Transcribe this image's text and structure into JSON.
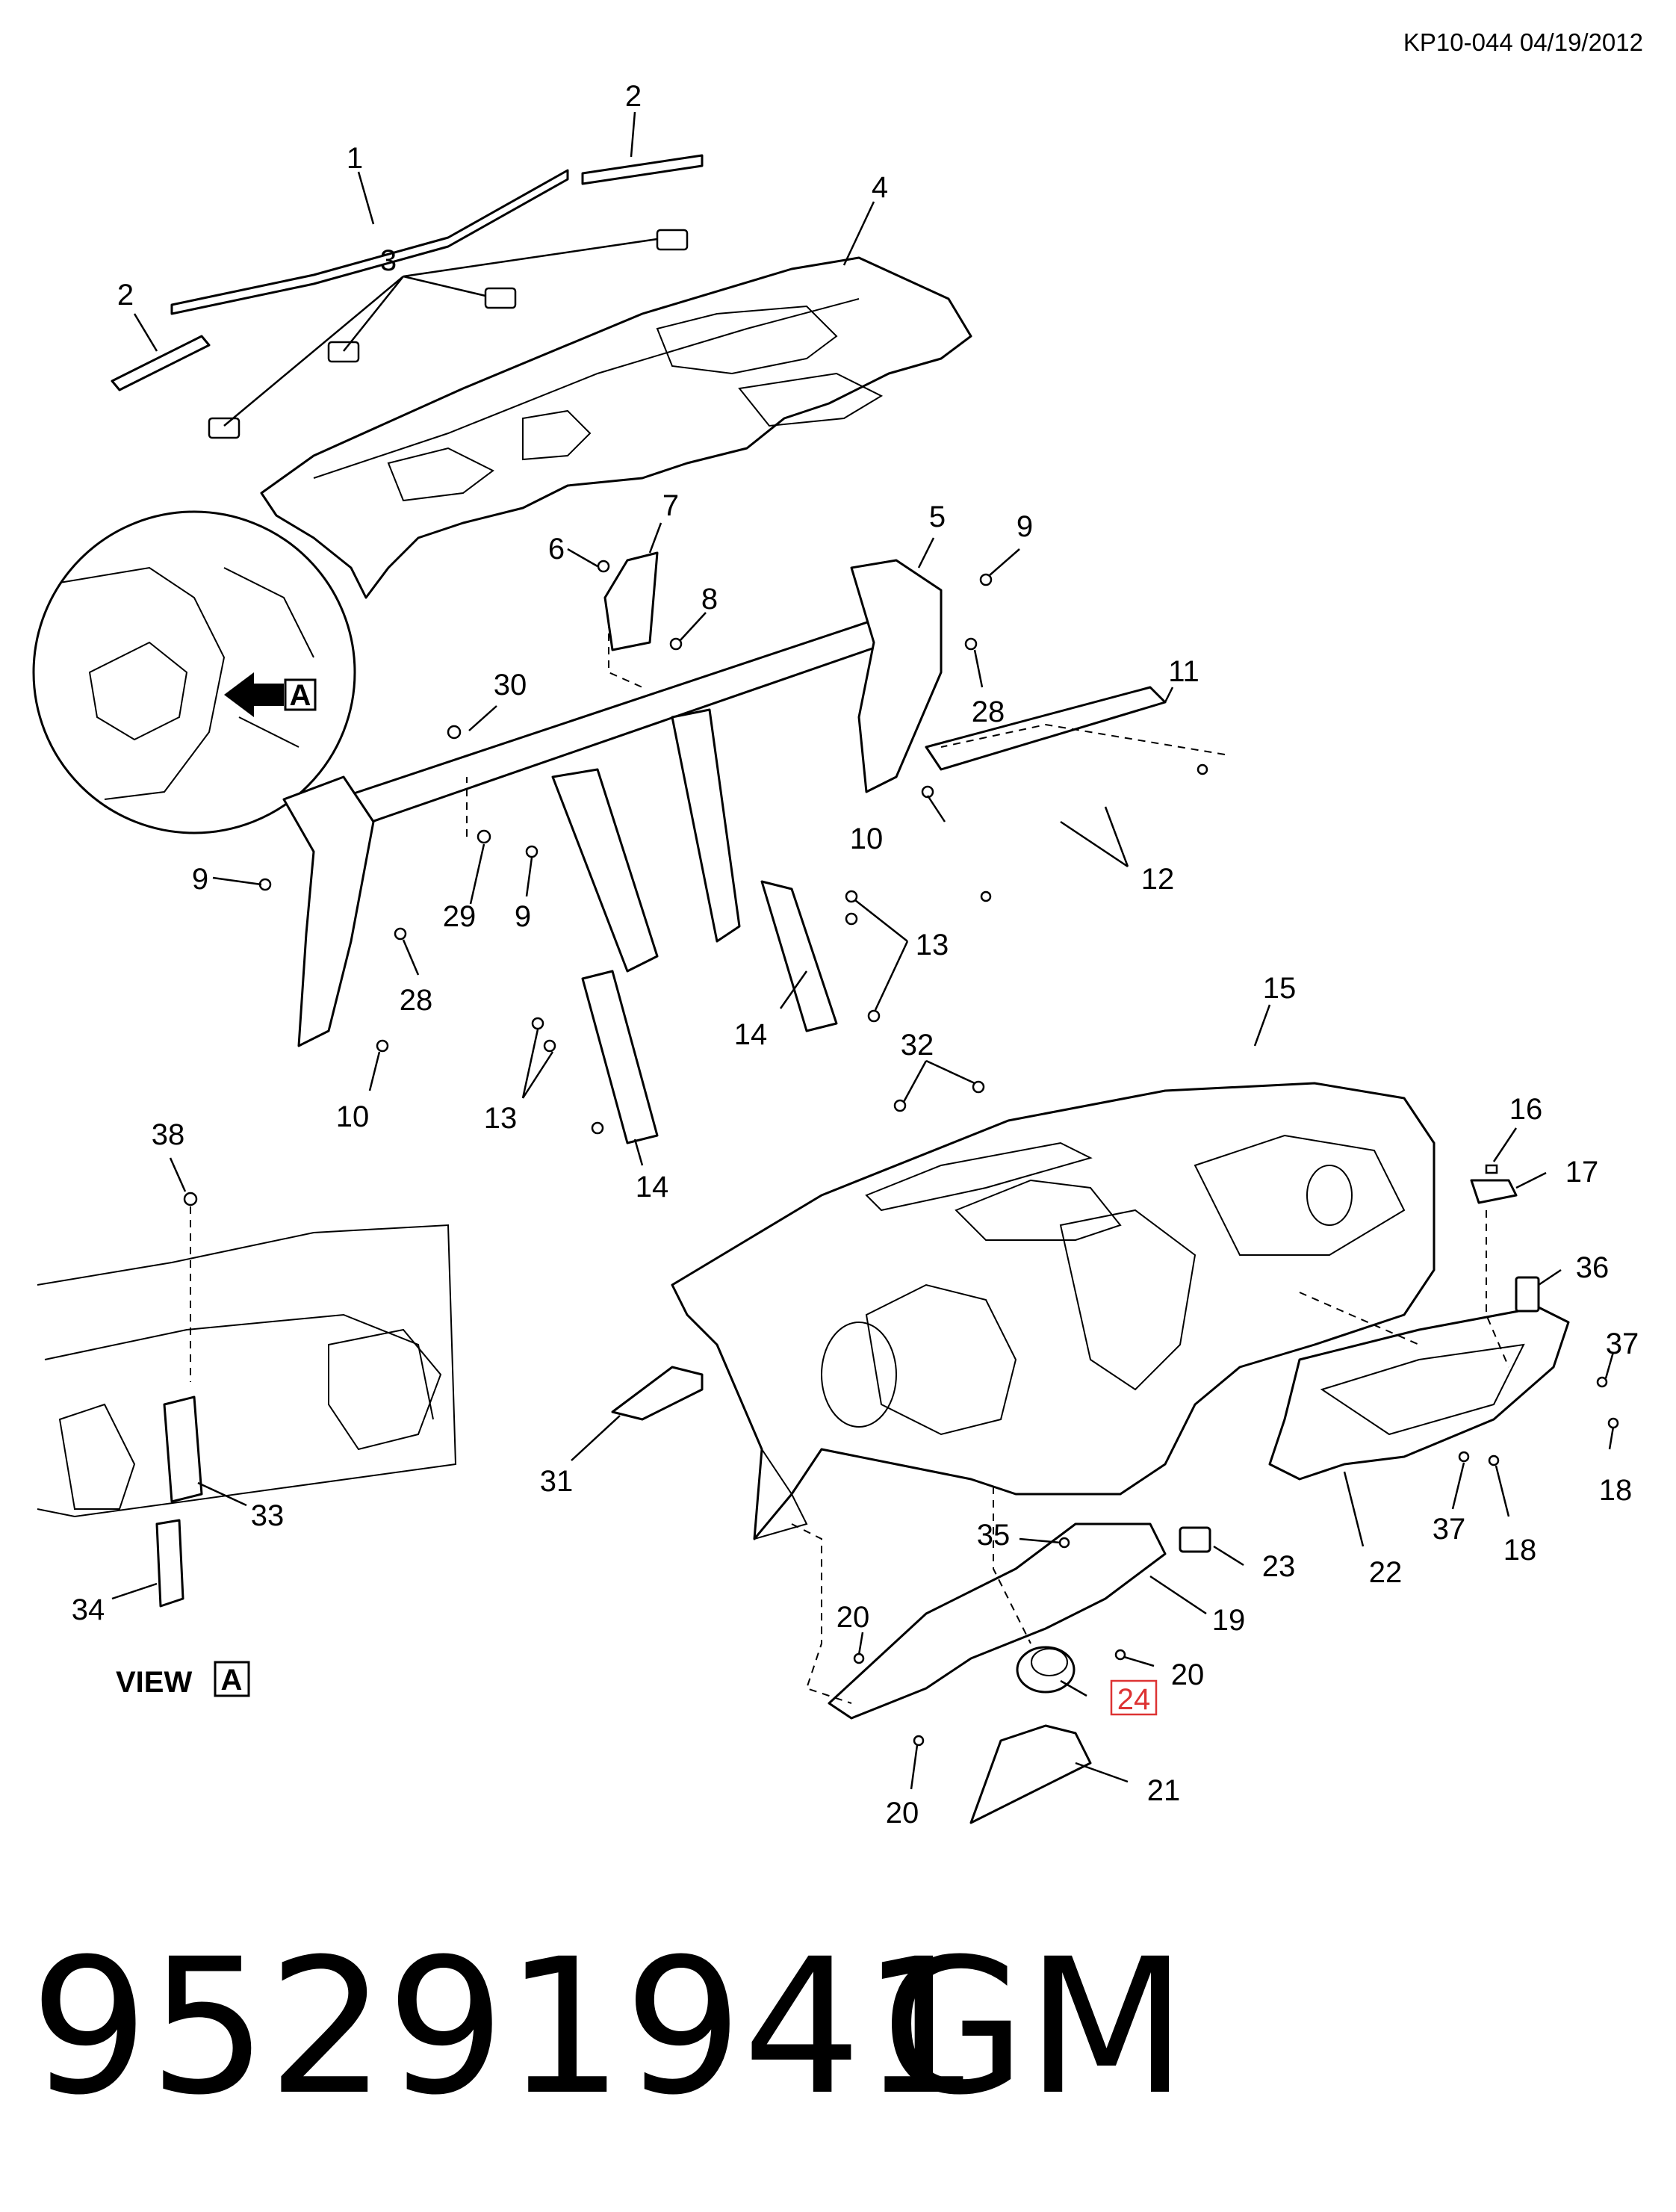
{
  "header": {
    "code": "KP10-044 04/19/2012"
  },
  "callouts": [
    {
      "id": "c1",
      "label": "1"
    },
    {
      "id": "c2a",
      "label": "2"
    },
    {
      "id": "c2b",
      "label": "2"
    },
    {
      "id": "c3",
      "label": "3"
    },
    {
      "id": "c4",
      "label": "4"
    },
    {
      "id": "c5",
      "label": "5"
    },
    {
      "id": "c6",
      "label": "6"
    },
    {
      "id": "c7",
      "label": "7"
    },
    {
      "id": "c8",
      "label": "8"
    },
    {
      "id": "c9a",
      "label": "9"
    },
    {
      "id": "c9b",
      "label": "9"
    },
    {
      "id": "c9c",
      "label": "9"
    },
    {
      "id": "c10a",
      "label": "10"
    },
    {
      "id": "c10b",
      "label": "10"
    },
    {
      "id": "c11",
      "label": "11"
    },
    {
      "id": "c12",
      "label": "12"
    },
    {
      "id": "c13a",
      "label": "13"
    },
    {
      "id": "c13b",
      "label": "13"
    },
    {
      "id": "c14a",
      "label": "14"
    },
    {
      "id": "c14b",
      "label": "14"
    },
    {
      "id": "c15",
      "label": "15"
    },
    {
      "id": "c16",
      "label": "16"
    },
    {
      "id": "c17",
      "label": "17"
    },
    {
      "id": "c18a",
      "label": "18"
    },
    {
      "id": "c18b",
      "label": "18"
    },
    {
      "id": "c19",
      "label": "19"
    },
    {
      "id": "c20a",
      "label": "20"
    },
    {
      "id": "c20b",
      "label": "20"
    },
    {
      "id": "c20c",
      "label": "20"
    },
    {
      "id": "c21",
      "label": "21"
    },
    {
      "id": "c22",
      "label": "22"
    },
    {
      "id": "c23",
      "label": "23"
    },
    {
      "id": "c24",
      "label": "24",
      "highlighted": true
    },
    {
      "id": "c28a",
      "label": "28"
    },
    {
      "id": "c28b",
      "label": "28"
    },
    {
      "id": "c29",
      "label": "29"
    },
    {
      "id": "c30",
      "label": "30"
    },
    {
      "id": "c31",
      "label": "31"
    },
    {
      "id": "c32",
      "label": "32"
    },
    {
      "id": "c33",
      "label": "33"
    },
    {
      "id": "c34",
      "label": "34"
    },
    {
      "id": "c35",
      "label": "35"
    },
    {
      "id": "c36",
      "label": "36"
    },
    {
      "id": "c37a",
      "label": "37"
    },
    {
      "id": "c37b",
      "label": "37"
    },
    {
      "id": "c38",
      "label": "38"
    }
  ],
  "view_label": {
    "text": "VIEW",
    "box": "A"
  },
  "detail_marker": "A",
  "part_number": "95291941",
  "brand": "GM",
  "colors": {
    "line": "#000000",
    "highlight": "#d33333",
    "background": "#ffffff"
  }
}
